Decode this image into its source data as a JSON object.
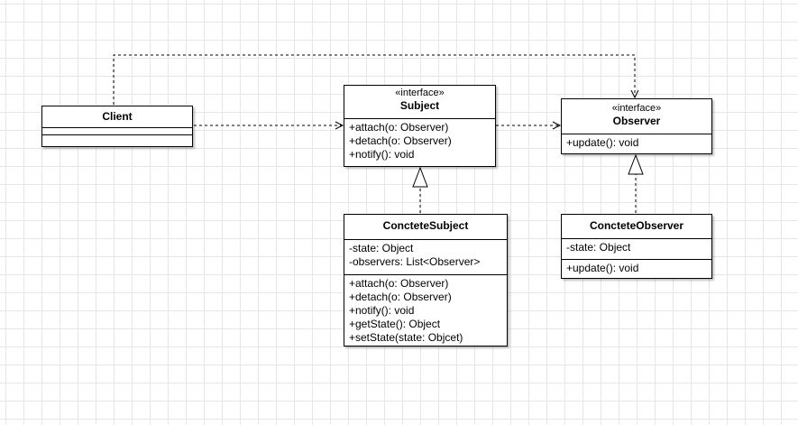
{
  "diagram": {
    "client": {
      "name": "Client",
      "attributes": [],
      "operations": []
    },
    "subject": {
      "stereotype": "«interface»",
      "name": "Subject",
      "operations": [
        "+attach(o: Observer)",
        "+detach(o: Observer)",
        "+notify(): void"
      ]
    },
    "observer": {
      "stereotype": "«interface»",
      "name": "Observer",
      "operations": [
        "+update(): void"
      ]
    },
    "concrete_subject": {
      "name": "ConcteteSubject",
      "attributes": [
        "-state: Object",
        "-observers: List<Observer>"
      ],
      "operations": [
        "+attach(o: Observer)",
        "+detach(o: Observer)",
        "+notify(): void",
        "+getState(): Object",
        "+setState(state: Objcet)"
      ]
    },
    "concrete_observer": {
      "name": "ConcteteObserver",
      "attributes": [
        "-state: Object"
      ],
      "operations": [
        "+update(): void"
      ]
    },
    "relations": [
      {
        "type": "dependency",
        "from": "Client",
        "to": "Subject"
      },
      {
        "type": "dependency",
        "from": "Client",
        "to": "Observer"
      },
      {
        "type": "dependency",
        "from": "Subject",
        "to": "Observer"
      },
      {
        "type": "realization",
        "from": "ConcteteSubject",
        "to": "Subject"
      },
      {
        "type": "realization",
        "from": "ConcteteObserver",
        "to": "Observer"
      }
    ]
  }
}
